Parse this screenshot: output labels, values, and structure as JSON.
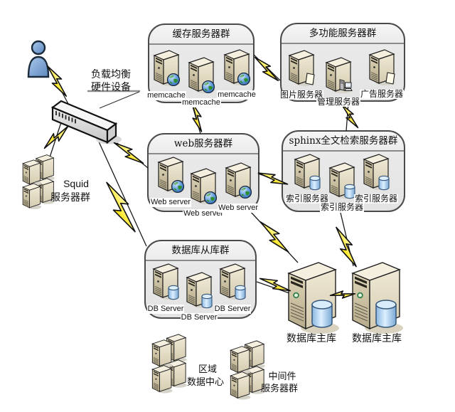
{
  "diagram_title": "",
  "clusters": [
    {
      "id": "cache",
      "title": "缓存服务器群",
      "servers": [
        {
          "label": "memcache"
        },
        {
          "label": "memcache"
        },
        {
          "label": "memcache"
        }
      ]
    },
    {
      "id": "multi",
      "title": "多功能服务器群",
      "servers": [
        {
          "label": "图片服务器"
        },
        {
          "label": "管理服务器"
        },
        {
          "label": "广告服务器"
        }
      ]
    },
    {
      "id": "web",
      "title": "web服务器群",
      "servers": [
        {
          "label": "Web server"
        },
        {
          "label": "Web server"
        },
        {
          "label": "Web server"
        }
      ]
    },
    {
      "id": "sphinx",
      "title": "sphinx全文检索服务器群",
      "servers": [
        {
          "label": "索引服务器"
        },
        {
          "label": "索引服务器"
        },
        {
          "label": "索引服务器"
        }
      ]
    },
    {
      "id": "db_slave",
      "title": "数据库从库群",
      "servers": [
        {
          "label": "DB Server"
        },
        {
          "label": "DB Server"
        },
        {
          "label": "DB Server"
        }
      ]
    }
  ],
  "nodes": {
    "load_balancer": {
      "label_line1": "负载均衡",
      "label_line2": "硬件设备"
    },
    "squid": {
      "label_line1": "Squid",
      "label_line2": "服务器群"
    },
    "db_master_left": {
      "label": "数据库主库"
    },
    "db_master_right": {
      "label": "数据库主库"
    },
    "regional_dc": {
      "label_line1": "区域",
      "label_line2": "数据中心"
    },
    "middleware": {
      "label_line1": "中间件",
      "label_line2": "服务器群"
    }
  },
  "icons": {
    "user": "user-icon",
    "load_balancer": "network-switch-icon",
    "server": "server-tower-icon",
    "globe": "globe-icon",
    "database": "database-cylinder-icon",
    "document": "document-icon",
    "computer": "computer-icon",
    "connection": "lightning-bolt-icon"
  },
  "colors": {
    "lightning_yellow": "#ffe81a",
    "cluster_fill": "#e9e9e9",
    "cluster_border": "#4a4a4a",
    "server_front": "#c9bd9d",
    "server_side": "#e9e2cd",
    "db_cylinder_blue": "#aed2f0",
    "person_blue": "#6f9cd4",
    "line_black": "#1a1a1a",
    "callout_gray": "#909090"
  }
}
